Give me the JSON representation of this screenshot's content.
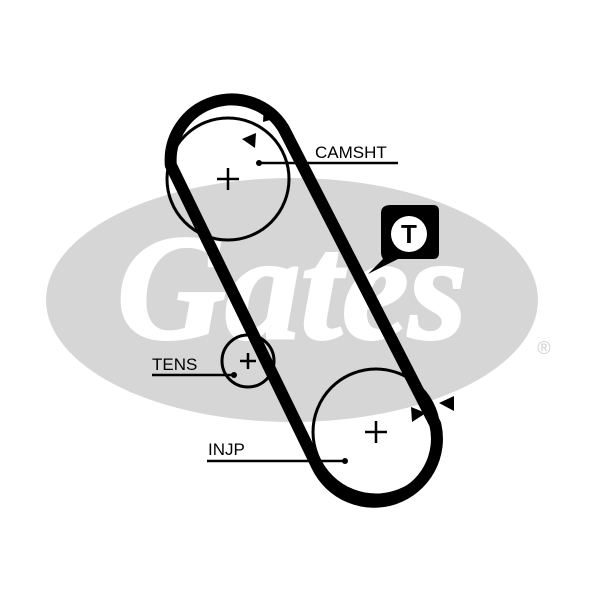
{
  "brand": {
    "logo_text": "Gates",
    "registered_mark": "®",
    "logo_color": "#d6d6d6"
  },
  "labels": {
    "camshaft": "CAMSHT",
    "tensioner": "TENS",
    "injection_pump": "INJP"
  },
  "marker": {
    "letter": "T"
  },
  "colors": {
    "ink": "#000000",
    "paper": "#ffffff"
  }
}
